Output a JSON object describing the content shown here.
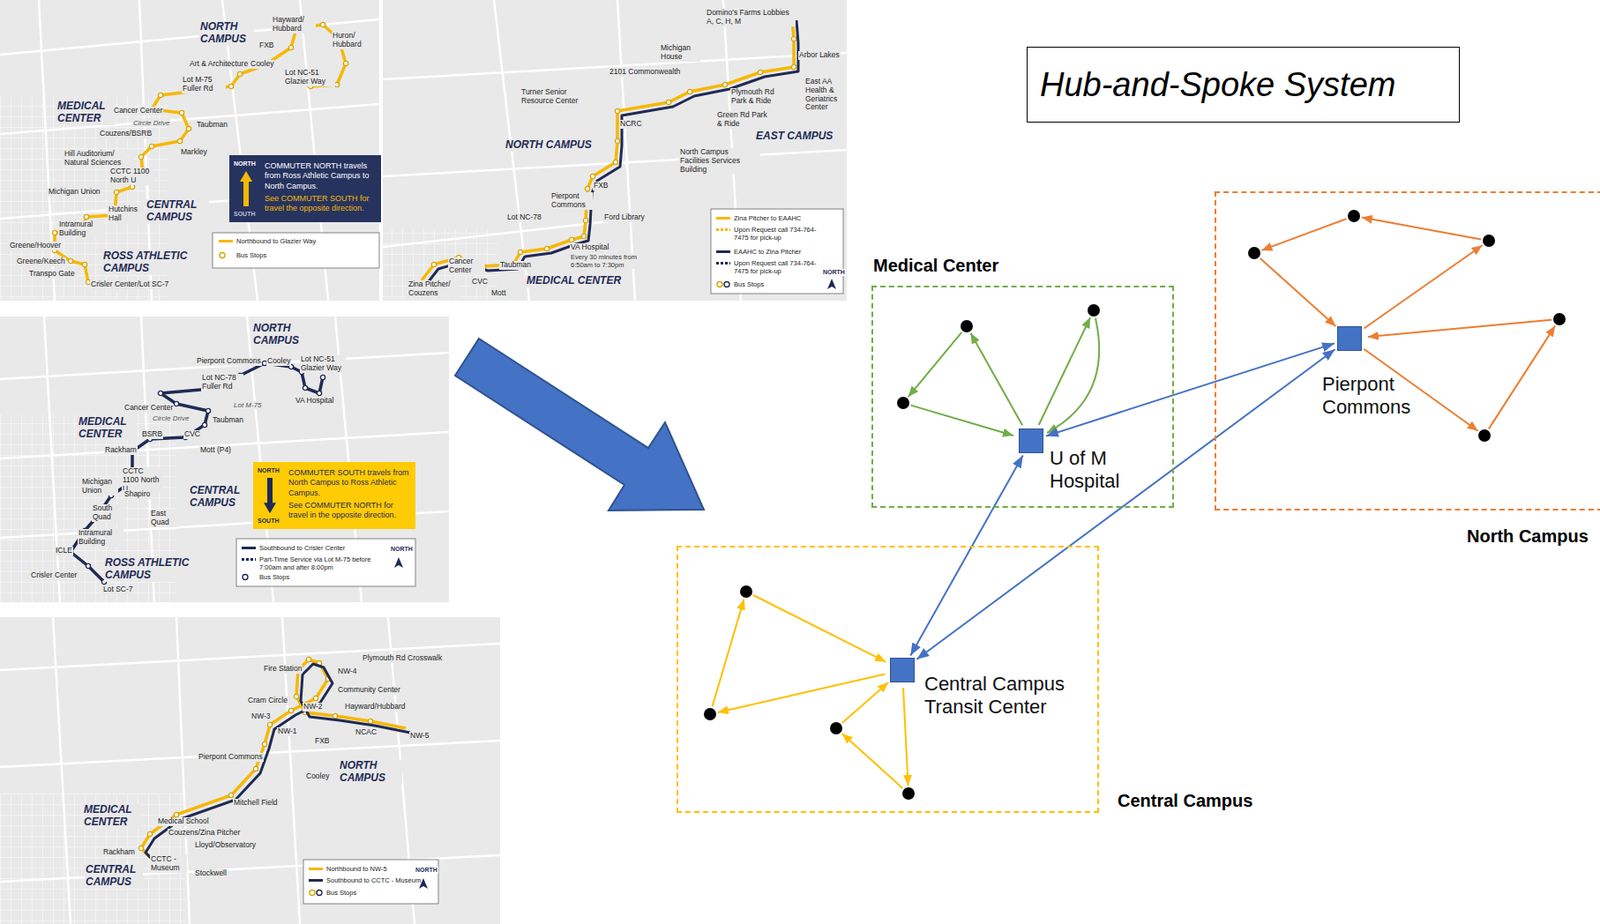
{
  "diagram": {
    "title": "Hub-and-Spoke System",
    "nodes": [
      {
        "text": [
          "NORTH",
          "SOUTH",
          "COMMUTER NORTH travels from Ross Athletic Campus to North Campus.",
          "See COMMUTER SOUTH for travel the opposite direction."
        ]
      },
      {
        "text": [
          "NORTH",
          "SOUTH",
          "COMMUTER SOUTH travels from North Campus to Ross Athletic Campus.",
          "See COMMUTER NORTH for travel in the opposite direction."
        ]
      },
      {
        "text": [
          "Medical Center"
        ]
      },
      {
        "text": [
          "U of M Hospital"
        ],
        "in": 2
      },
      {
        "text": [
          "North Campus"
        ]
      },
      {
        "text": [
          "Pierpont Commons"
        ],
        "in": 4
      },
      {
        "text": [
          "Central Campus"
        ]
      },
      {
        "text": [
          "Central Campus Transit Center"
        ],
        "in": 6
      }
    ],
    "edges": [
      {
        "from": 3,
        "to": 5,
        "arrow": "both"
      },
      {
        "from": 3,
        "to": 7,
        "arrow": "both"
      },
      {
        "from": 7,
        "to": 5,
        "arrow": "both"
      }
    ],
    "labels": [
      "NORTH CAMPUS",
      "Hayward/ Hubbard",
      "Huron/ Hubbard",
      "FXB",
      "Art & Architecture",
      "Cooley",
      "Lot NC-51 Glazier Way",
      "Lot M-75 Fuller Rd",
      "MEDICAL CENTER",
      "Cancer Center",
      "Circle Drive",
      "Taubman",
      "Couzens/BSRB",
      "Markley",
      "Hill Auditorium/ Natural Sciences",
      "CCTC 1100 North U",
      "Michigan Union",
      "Hutchins Hall",
      "CENTRAL CAMPUS",
      "Intramural Building",
      "Greene/Hoover",
      "ROSS ATHLETIC CAMPUS",
      "Greene/Keech",
      "Transpo Gate",
      "Crisler Center/Lot SC-7",
      "Domino's Farms Lobbies A, C, H, M",
      "Michigan House",
      "Arbor Lakes",
      "2101 Commonwealth",
      "Turner Senior Resource Center",
      "Plymouth Rd Park & Ride",
      "East AA Health & Geriatrics Center",
      "Green Rd Park & Ride",
      "NCRC",
      "NORTH CAMPUS",
      "EAST CAMPUS",
      "North Campus Facilities Services Building",
      "FXB",
      "Pierpont Commons",
      "Ford Library",
      "Lot NC-78",
      "VA Hospital",
      "Every 30 minutes from 6:50am to 7:30pm",
      "Cancer Center",
      "CVC",
      "Taubman",
      "MEDICAL CENTER",
      "Zina Pitcher/ Couzens",
      "Mott",
      "NORTH",
      "NORTH CAMPUS",
      "Pierpont Commons",
      "Cooley",
      "Lot NC-51 Glazier Way",
      "Lot NC-78 Fuller Rd",
      "Lot M-75",
      "VA Hospital",
      "Cancer Center",
      "Circle Drive",
      "Taubman",
      "MEDICAL CENTER",
      "BSRB",
      "CVC",
      "Mott (P4)",
      "Rackham",
      "CCTC 1100 North U",
      "Michigan Union",
      "Shapiro",
      "CENTRAL CAMPUS",
      "South Quad",
      "East Quad",
      "Intramural Building",
      "ROSS ATHLETIC CAMPUS",
      "ICLE",
      "Crisler Center",
      "Lot SC-7",
      "NORTH",
      "Plymouth Rd Crosswalk",
      "Fire Station",
      "NW-4",
      "Community Center",
      "Cram Circle",
      "NW-2",
      "Hayward/Hubbard",
      "NW-3",
      "NW-1",
      "FXB",
      "NCAC",
      "NW-5",
      "Pierpont Commons",
      "Cooley",
      "NORTH CAMPUS",
      "Mitchell Field",
      "MEDICAL CENTER",
      "Medical School",
      "Couzens/Zina Pitcher",
      "Lloyd/Observatory",
      "Rackham",
      "CCTC - Museum",
      "CENTRAL CAMPUS",
      "Stockwell",
      "NORTH"
    ],
    "legend": [
      {
        "text": "Northbound to Glazier Way"
      },
      {
        "text": "Bus Stops"
      },
      {
        "text": "Zina Pitcher to EAAHC"
      },
      {
        "text": "Upon Request call 734-764-7475 for pick-up"
      },
      {
        "text": "EAAHC to Zina Pitcher"
      },
      {
        "text": "Upon Request call 734-764-7475 for pick-up"
      },
      {
        "text": "Bus Stops"
      },
      {
        "text": "Southbound to Crisler Center"
      },
      {
        "text": "Part-Time Service via Lot M-75 before 7:00am and after 8:00pm"
      },
      {
        "text": "Bus Stops"
      },
      {
        "text": "Northbound to NW-5"
      },
      {
        "text": "Southbound to CCTC - Museum"
      },
      {
        "text": "Bus Stops"
      }
    ]
  }
}
